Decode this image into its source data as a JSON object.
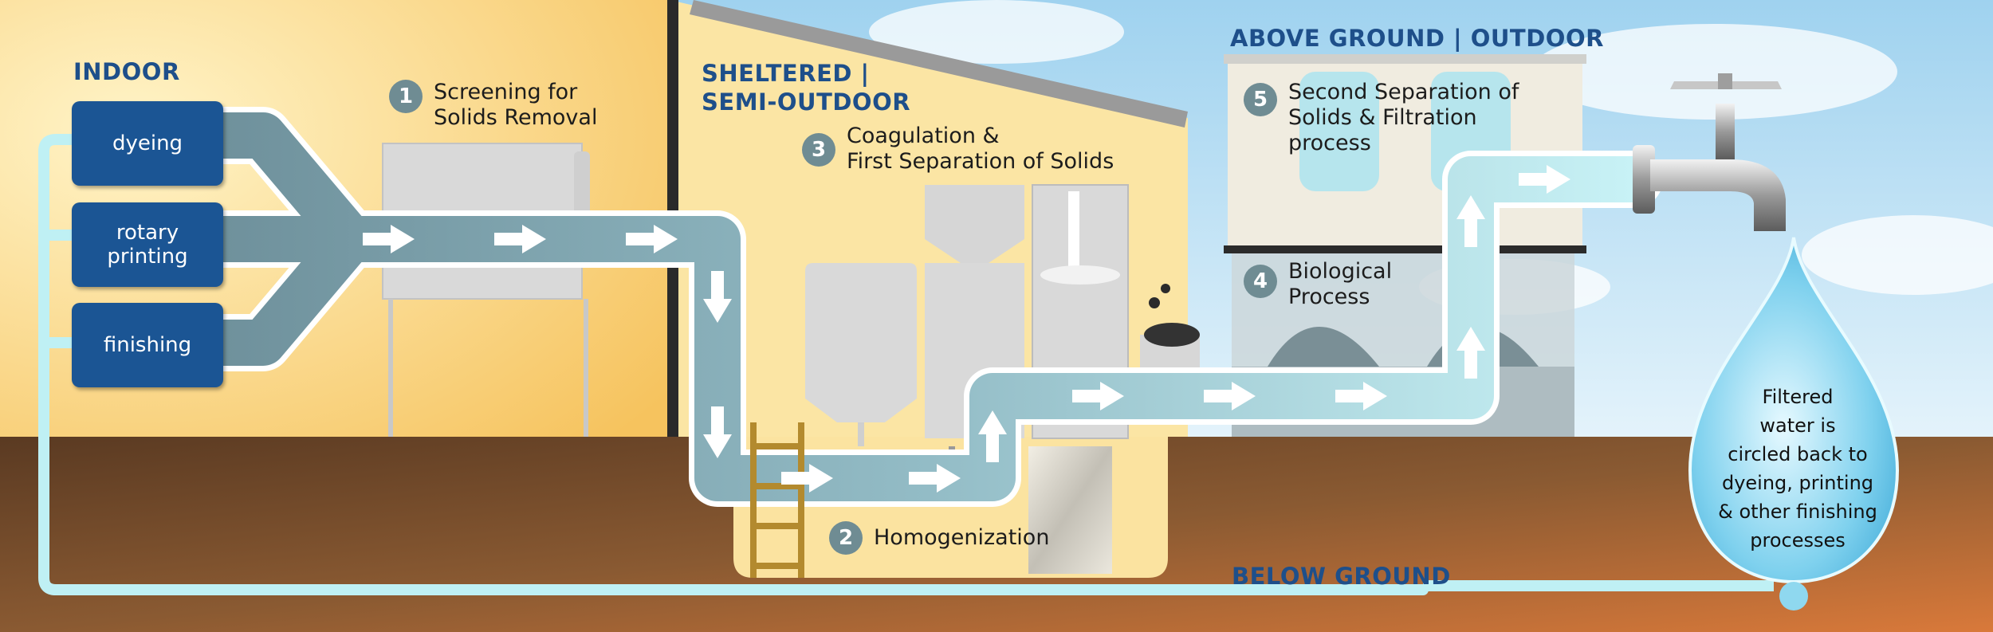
{
  "zones": {
    "indoor": "INDOOR",
    "sheltered": "SHELTERED |\nSEMI-OUTDOOR",
    "above_ground": "ABOVE GROUND | OUTDOOR",
    "below_ground": "BELOW GROUND"
  },
  "sources": [
    "dyeing",
    "rotary\nprinting",
    "finishing"
  ],
  "steps": [
    {
      "number": "1",
      "label": "Screening for\nSolids Removal"
    },
    {
      "number": "2",
      "label": "Homogenization"
    },
    {
      "number": "3",
      "label": "Coagulation &\nFirst Separation of Solids"
    },
    {
      "number": "4",
      "label": "Biological\nProcess"
    },
    {
      "number": "5",
      "label": "Second Separation of\nSolids & Filtration\nprocess"
    }
  ],
  "output_note": "Filtered\nwater is\ncircled back to\ndyeing, printing\n& other finishing\nprocesses",
  "colors": {
    "indoor_wall": "#f9cf74",
    "sheltered_wall": "#fbe6a8",
    "sky": "#bcdff3",
    "ground": "#7d4a2a",
    "pipe": "#7aa1ae",
    "pipe_light": "#aee0ea",
    "source_box": "#1b5594",
    "zone_text": "#1e4f8a",
    "step_badge": "#6f8c93",
    "recycle_line": "#c9f2f5",
    "water_drop": "#6fc8e8"
  }
}
